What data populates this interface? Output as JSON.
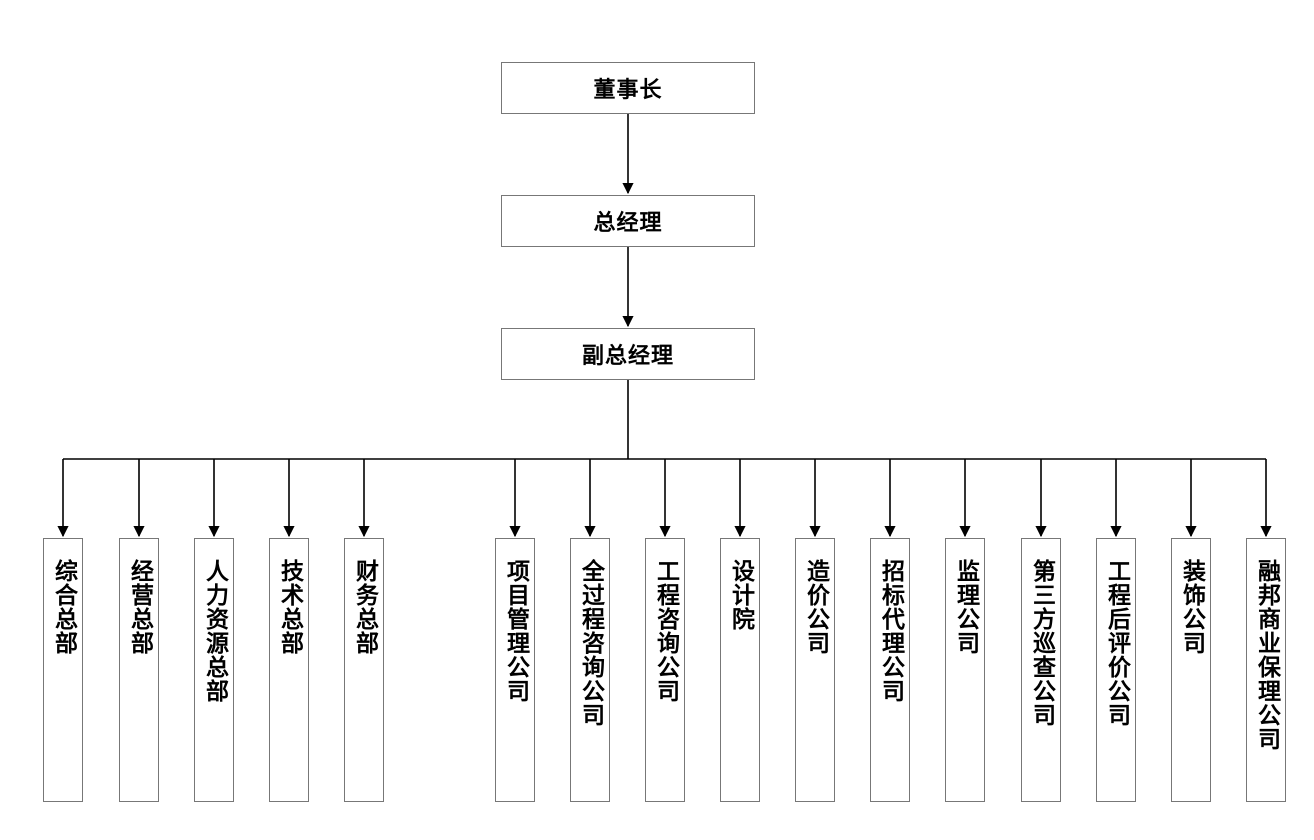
{
  "hierarchy": {
    "chairman": "董事长",
    "general_manager": "总经理",
    "deputy_general_manager": "副总经理"
  },
  "departments": [
    "综合总部",
    "经营总部",
    "人力资源总部",
    "技术总部",
    "财务总部"
  ],
  "companies": [
    "项目管理公司",
    "全过程咨询公司",
    "工程咨询公司",
    "设计院",
    "造价公司",
    "招标代理公司",
    "监理公司",
    "第三方巡查公司",
    "工程后评价公司",
    "装饰公司",
    "融邦商业保理公司"
  ],
  "colors": {
    "line": "#000000",
    "box_border": "#777777"
  }
}
